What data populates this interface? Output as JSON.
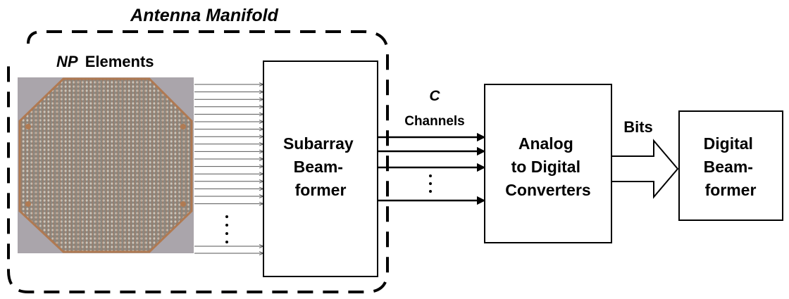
{
  "manifold": {
    "title": "Antenna Manifold",
    "elements_var": "NP",
    "elements_word": "Elements"
  },
  "subarray_beamformer": {
    "line1": "Subarray",
    "line2": "Beam-",
    "line3": "former"
  },
  "channels": {
    "var": "C",
    "word": "Channels"
  },
  "adc": {
    "line1": "Analog",
    "line2": "to Digital",
    "line3": "Converters"
  },
  "bits_label": "Bits",
  "digital_beamformer": {
    "line1": "Digital",
    "line2": "Beam-",
    "line3": "former"
  },
  "colors": {
    "stroke": "#000000",
    "antenna_bg": "#a8a2a8",
    "antenna_face": "#8c877f",
    "antenna_grid": "#cdc6bb",
    "antenna_rim": "#b07a52"
  }
}
